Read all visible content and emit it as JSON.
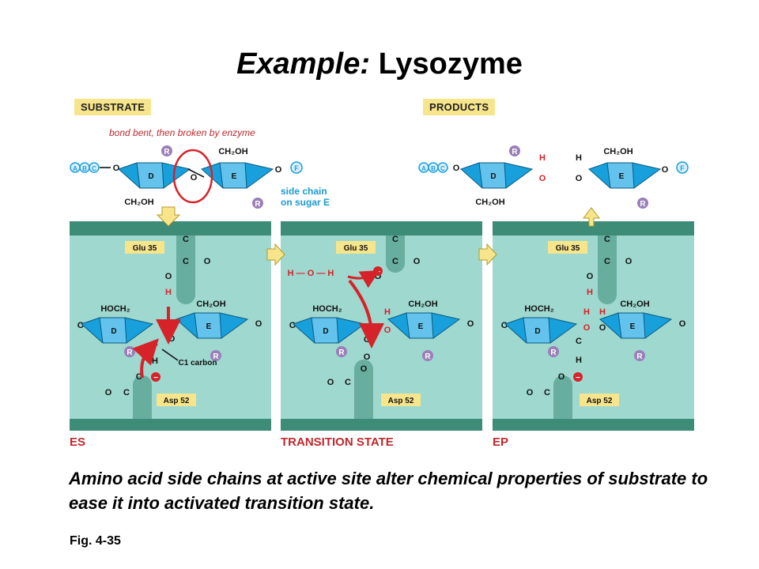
{
  "title": {
    "prefix": "Example:",
    "main": "Lysozyme"
  },
  "substrate_label": "SUBSTRATE",
  "products_label": "PRODUCTS",
  "bond_note": "bond bent, then broken by enzyme",
  "side_chain_note_line1": "side chain",
  "side_chain_note_line2": "on sugar E",
  "stages": [
    "ES",
    "TRANSITION STATE",
    "EP"
  ],
  "residues": {
    "glu": "Glu 35",
    "asp": "Asp 52"
  },
  "atoms": {
    "ring_d": "D",
    "ring_e": "E",
    "r": "R",
    "o": "O",
    "h": "H",
    "c": "C",
    "a": "A",
    "b": "B",
    "cc": "C",
    "f": "F",
    "ch2oh": "CH₂OH",
    "hoch2": "HOCH₂",
    "minus": "−",
    "water": "H — O — H",
    "c1": "C1 carbon"
  },
  "caption": "Amino acid side chains at active site alter chemical properties of substrate to ease it into activated transition state.",
  "figure_label": "Fig. 4-35",
  "colors": {
    "panel": "#9ed8cf",
    "panel_dark": "#3c8c78",
    "ring": "#18a0dc",
    "r_group": "#9a7fb8",
    "red": "#d6232a",
    "yellow": "#f7e58c"
  }
}
